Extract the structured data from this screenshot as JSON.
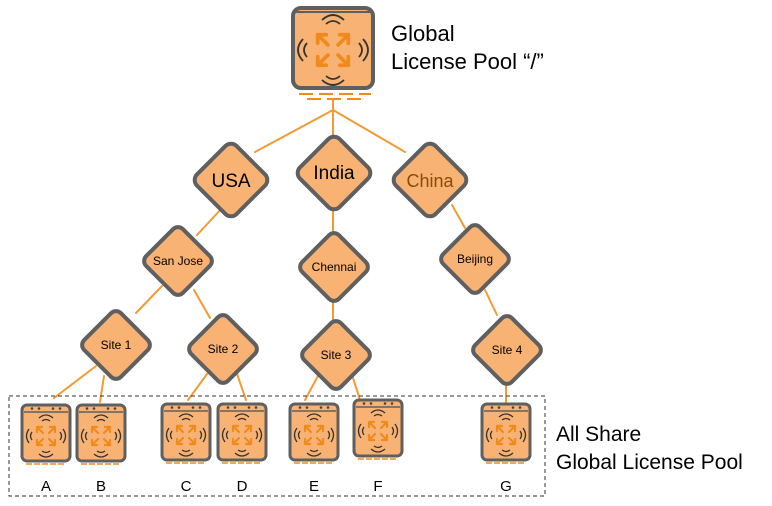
{
  "global": {
    "line1": "Global",
    "line2": "License Pool “/”"
  },
  "nodes": {
    "usa": "USA",
    "india": "India",
    "china": "China",
    "san_jose": "San Jose",
    "chennai": "Chennai",
    "beijing": "Beijing",
    "site1": "Site 1",
    "site2": "Site 2",
    "site3": "Site 3",
    "site4": "Site 4"
  },
  "access_points": [
    "A",
    "B",
    "C",
    "D",
    "E",
    "F",
    "G"
  ],
  "shared_pool": {
    "line1": "All Share",
    "line2": "Global License Pool"
  },
  "colors": {
    "node_fill": "#f8b273",
    "node_border": "#5f5f5f",
    "connector": "#f39a33",
    "accent": "#f08a1c",
    "china_text": "#8a4b08"
  }
}
